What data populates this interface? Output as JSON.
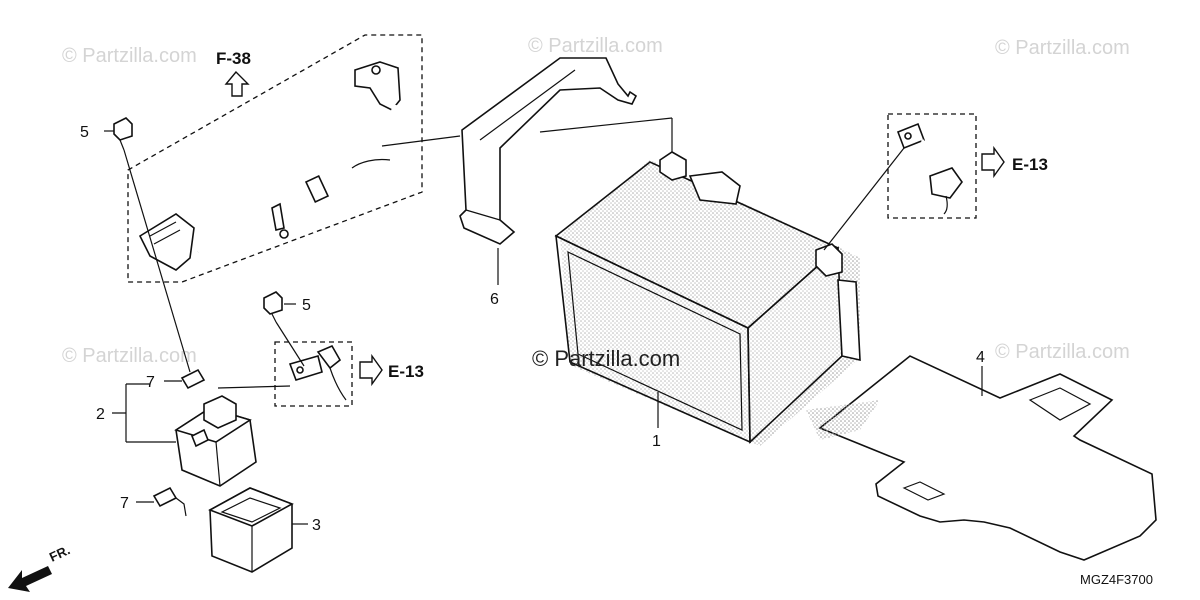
{
  "watermarks": {
    "small": "© Partzilla.com",
    "center": "© Partzilla.com"
  },
  "callouts": {
    "battery": "1",
    "relay": "2",
    "relay_cover": "3",
    "battery_plate": "4",
    "bolt_upper": "5",
    "bolt_lower": "5",
    "battery_band": "6",
    "fuse_upper": "7",
    "fuse_lower": "7"
  },
  "references": {
    "f38": "F-38",
    "e13_left": "E-13",
    "e13_right": "E-13"
  },
  "direction_label": "FR.",
  "diagram_code": "MGZ4F3700"
}
